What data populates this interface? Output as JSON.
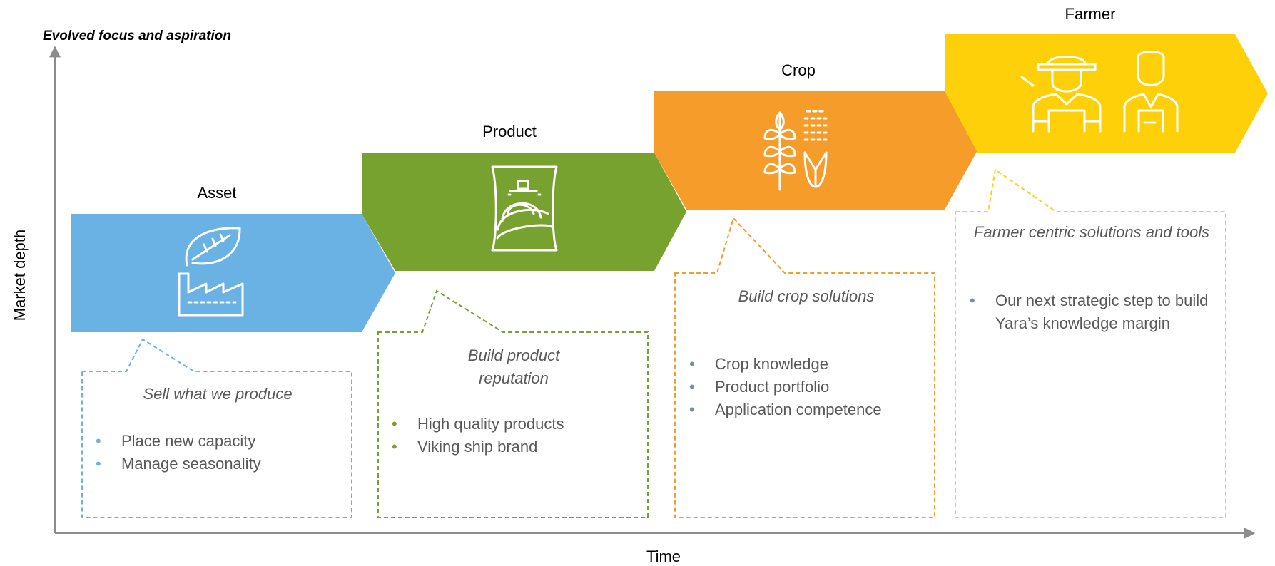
{
  "heading": "Evolved focus and aspiration",
  "axes": {
    "y_label": "Market depth",
    "x_label": "Time"
  },
  "colors": {
    "asset": "#6ab2e4",
    "product": "#78a22f",
    "crop": "#f59c2a",
    "farmer": "#fdd00a",
    "axis": "#8c8c8c",
    "text": "#595959"
  },
  "stages": [
    {
      "title": "Asset",
      "icon": "leaf-factory-icon",
      "tip_title": "Sell what we produce",
      "bullets": [
        "Place new capacity",
        "Manage seasonality"
      ]
    },
    {
      "title": "Product",
      "icon": "fertilizer-bag-icon",
      "tip_title": "Build product reputation",
      "bullets": [
        "High quality products",
        "Viking ship brand"
      ]
    },
    {
      "title": "Crop",
      "icon": "wheat-corn-icon",
      "tip_title": "Build crop solutions",
      "bullets": [
        "Crop knowledge",
        "Product portfolio",
        "Application competence"
      ]
    },
    {
      "title": "Farmer",
      "icon": "farmers-icon",
      "tip_title": "Farmer centric solutions and tools",
      "bullets": [
        "Our next strategic step to build Yara’s knowledge margin"
      ]
    }
  ]
}
